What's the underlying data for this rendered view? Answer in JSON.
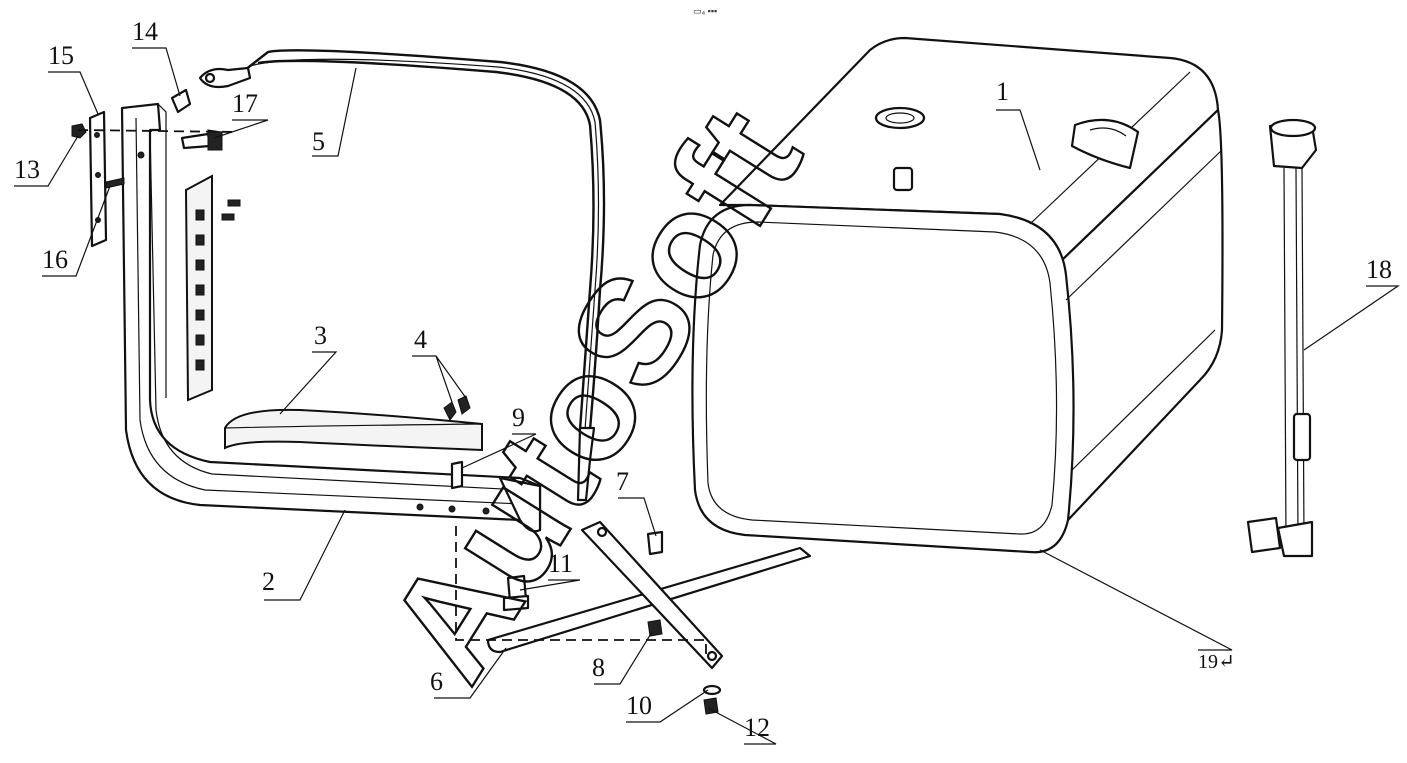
{
  "header_mark": "▭₄ ▪▪▪",
  "watermark": "AutoSoft",
  "callouts": [
    "1",
    "2",
    "3",
    "4",
    "5",
    "6",
    "7",
    "8",
    "9",
    "10",
    "11",
    "12",
    "13",
    "14",
    "15",
    "16",
    "17",
    "18",
    "19↵"
  ]
}
